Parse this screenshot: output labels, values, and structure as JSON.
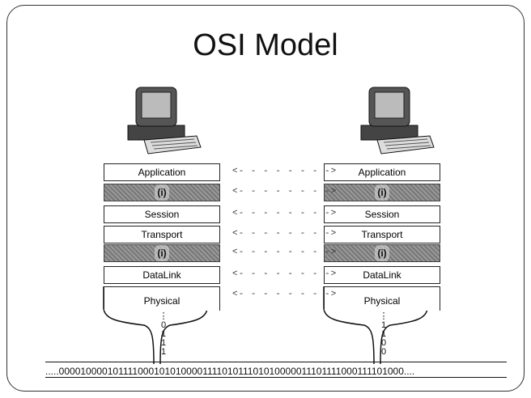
{
  "title": "OSI Model",
  "left_stack": {
    "layers": [
      {
        "label": "Application",
        "style": "plain"
      },
      {
        "label": "(i)",
        "style": "dark"
      },
      {
        "label": "Session",
        "style": "plain"
      },
      {
        "label": "Transport",
        "style": "plain"
      },
      {
        "label": "(i)",
        "style": "dark"
      },
      {
        "label": "DataLink",
        "style": "plain"
      },
      {
        "label": "Physical",
        "style": "plain"
      }
    ],
    "vertical_bits": [
      "⋮",
      "0",
      "1",
      "1",
      "1"
    ]
  },
  "right_stack": {
    "layers": [
      {
        "label": "Application",
        "style": "plain"
      },
      {
        "label": "(i)",
        "style": "dark"
      },
      {
        "label": "Session",
        "style": "plain"
      },
      {
        "label": "Transport",
        "style": "plain"
      },
      {
        "label": "(i)",
        "style": "dark"
      },
      {
        "label": "DataLink",
        "style": "plain"
      },
      {
        "label": "Physical",
        "style": "plain"
      }
    ],
    "vertical_bits": [
      "⋮",
      "1",
      "1",
      "0",
      "0"
    ]
  },
  "arrow_glyph": "<- - - - - - - ->",
  "bitstream": ".....000010000101111000101010000111101011101010000011101111000111101000....",
  "icons": {
    "left_computer": "computer-icon",
    "right_computer": "computer-icon"
  },
  "colors": {
    "border": "#333333",
    "dark_layer": "#888888"
  }
}
